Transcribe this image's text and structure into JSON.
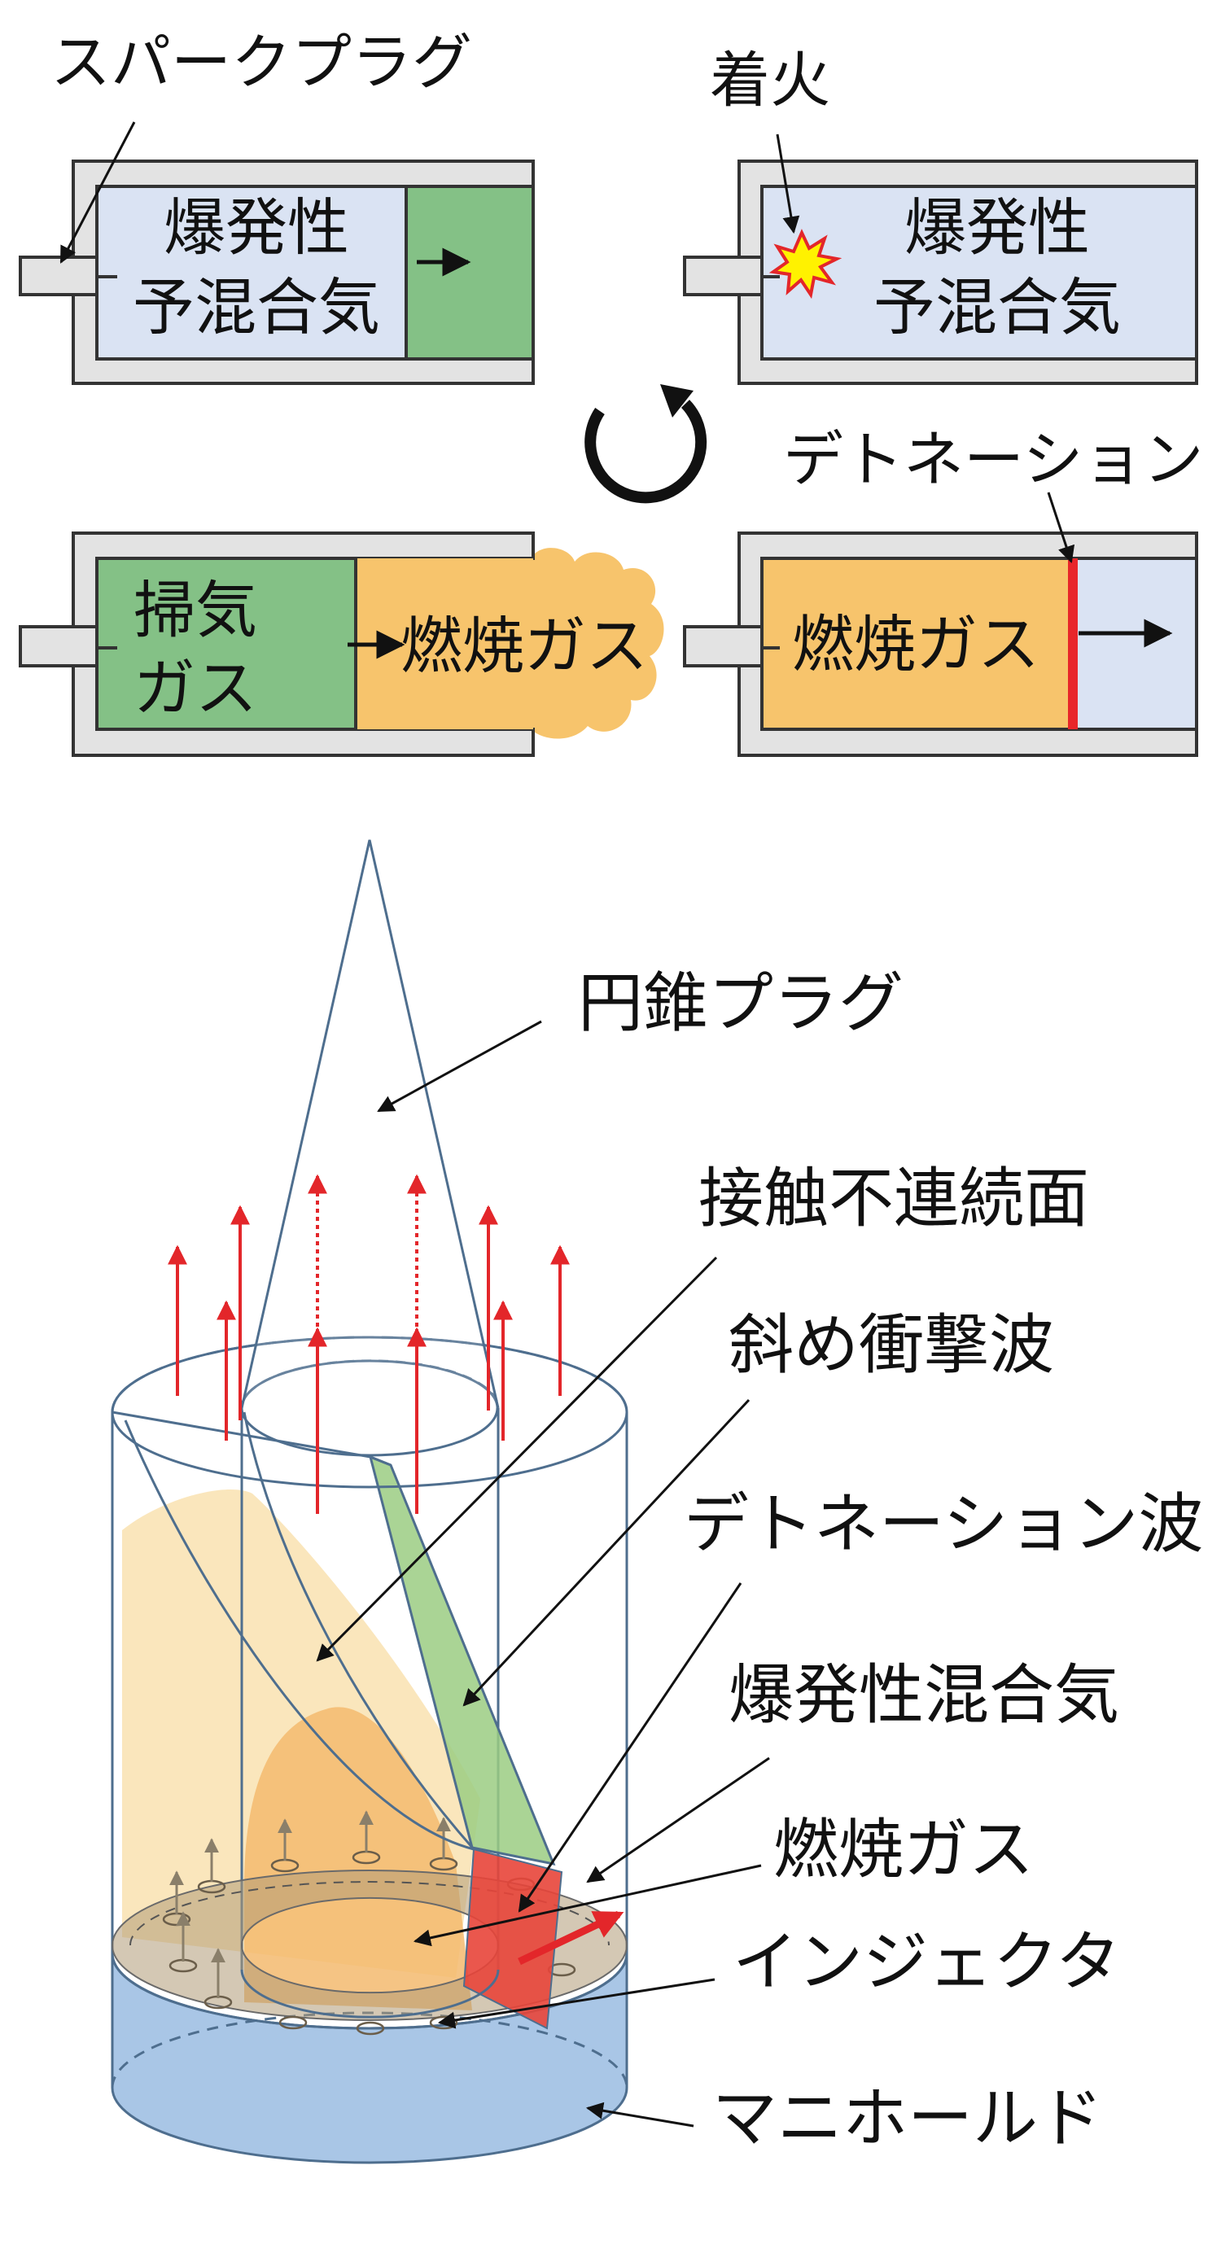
{
  "top": {
    "spark_plug_label": "スパークプラグ",
    "ignition_label": "着火",
    "detonation_label": "デトネーション",
    "panel1": {
      "line1": "爆発性",
      "line2": "予混合気"
    },
    "panel2": {
      "line1": "爆発性",
      "line2": "予混合気"
    },
    "panel3": {
      "left_line1": "掃気",
      "left_line2": "ガス",
      "right": "燃焼ガス"
    },
    "panel4": {
      "text": "燃焼ガス"
    }
  },
  "bottom": {
    "labels": {
      "cone_plug": "円錐プラグ",
      "contact_discontinuity": "接触不連続面",
      "oblique_shock": "斜め衝撃波",
      "detonation_wave": "デトネーション波",
      "explosive_mixture": "爆発性混合気",
      "burned_gas": "燃焼ガス",
      "injector": "インジェクタ",
      "manifold": "マニホールド"
    }
  },
  "colors": {
    "mixture_blue": "#dae3f3",
    "scavenge_green": "#84c186",
    "burned_orange": "#f7c46c",
    "detonation_red": "#e8262a",
    "wall_gray": "#e3e3e3",
    "outline": "#4e6e8e",
    "manifold_blue": "#a9c6e6"
  }
}
